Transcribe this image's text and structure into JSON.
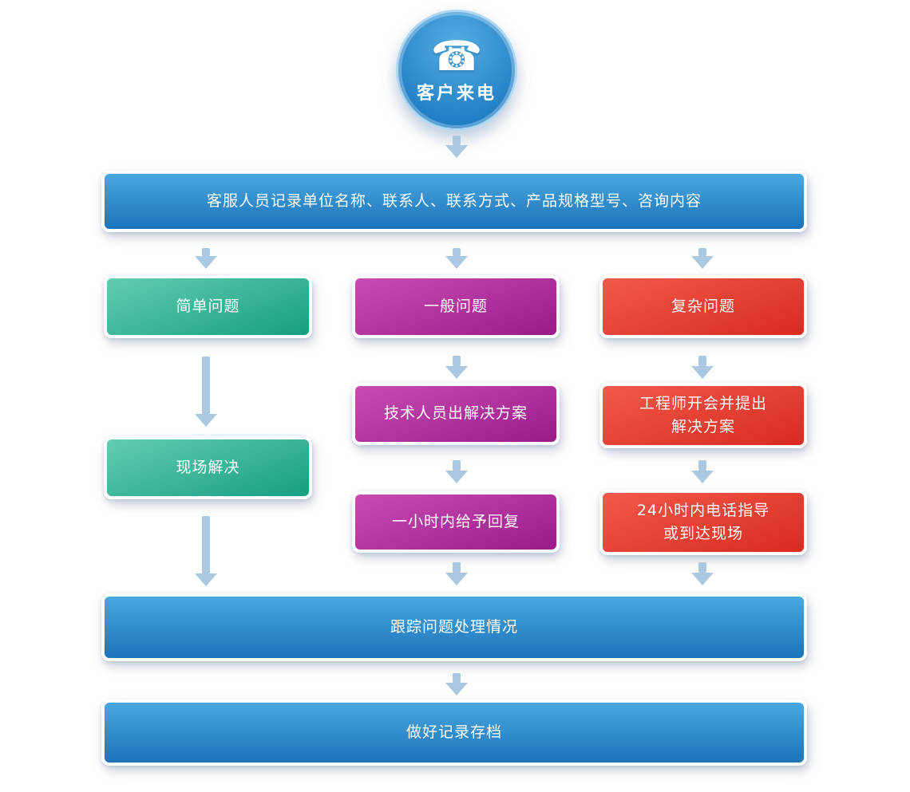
{
  "flow": {
    "start": {
      "label": "客户来电",
      "icon_glyph": "☎"
    },
    "record": {
      "label": "客服人员记录单位名称、联系人、联系方式、产品规格型号、咨询内容"
    },
    "branches": [
      {
        "name": "simple-problem",
        "color": "#179e80",
        "steps": [
          "简单问题",
          "现场解决"
        ]
      },
      {
        "name": "general-problem",
        "color": "#9a1b88",
        "steps": [
          "一般问题",
          "技术人员出解决方案",
          "一小时内给予回复"
        ]
      },
      {
        "name": "complex-problem",
        "color": "#d92a1f",
        "steps": [
          "复杂问题",
          "工程师开会并提出\n解决方案",
          "24小时内电话指导\n或到达现场"
        ]
      }
    ],
    "track": {
      "label": "跟踪问题处理情况"
    },
    "archive": {
      "label": "做好记录存档"
    }
  },
  "colors": {
    "blue_top": "#4aa7e0",
    "blue_bottom": "#1b73b9",
    "green_top": "#63cdb1",
    "green_bottom": "#179e80",
    "magenta_top": "#c94cb5",
    "magenta_bottom": "#9a1b88",
    "red_top": "#f15a4b",
    "red_bottom": "#d92a1f",
    "arrow": "#aac8e2",
    "circle": "#1f7dc4"
  }
}
